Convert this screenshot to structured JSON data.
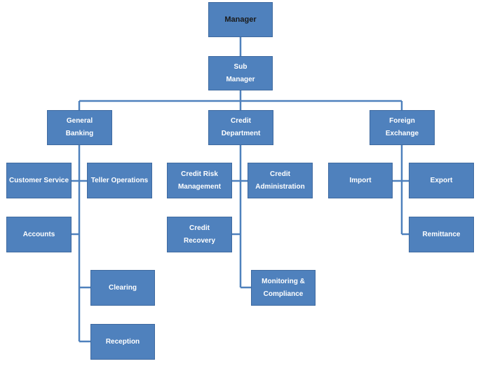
{
  "colors": {
    "box_fill": "#4f81bd",
    "box_border": "#3f6aa0",
    "connector": "#4f81bd",
    "top_text": "#1a1a1a",
    "text": "#ffffff"
  },
  "org_chart": {
    "manager": "Manager",
    "sub_manager": "Sub\nManager",
    "departments": {
      "general_banking": {
        "label": "General\nBanking",
        "units": {
          "customer_service": "Customer Service",
          "teller_operations": "Teller Operations",
          "accounts": "Accounts",
          "clearing": "Clearing",
          "reception": "Reception"
        }
      },
      "credit": {
        "label": "Credit Department",
        "units": {
          "credit_risk_management": "Credit Risk\nManagement",
          "credit_administration": "Credit\nAdministration",
          "credit_recovery": "Credit\nRecovery",
          "monitoring_compliance": "Monitoring &\nCompliance"
        }
      },
      "foreign_exchange": {
        "label": "Foreign\nExchange",
        "units": {
          "import": "Import",
          "export": "Export",
          "remittance": "Remittance"
        }
      }
    }
  }
}
